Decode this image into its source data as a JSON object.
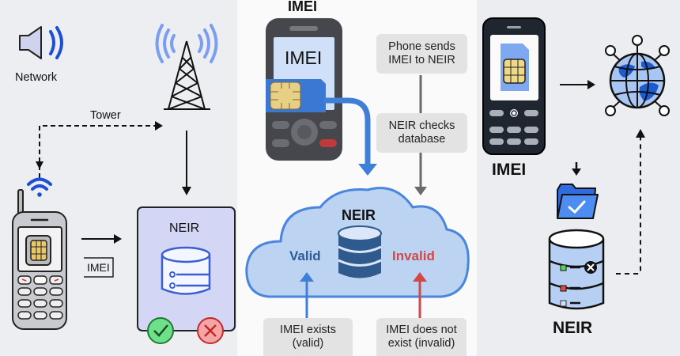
{
  "panel_left": {
    "speaker_label": "Network",
    "tower_label": "Tower",
    "imei_tag": "IMEI",
    "neir_box_title": "NEIR",
    "status_icons": [
      "check-valid",
      "cross-invalid"
    ]
  },
  "panel_middle": {
    "top_label": "IMEI",
    "phone_screen_text": "IMEI",
    "step1": "Phone sends IMEI to NEIR",
    "step2": "NEIR checks database",
    "cloud_title": "NEIR",
    "valid_label": "Valid",
    "invalid_label": "Invalid",
    "valid_note": "IMEI exists (valid)",
    "invalid_note": "IMEI does not exist (invalid)",
    "colors": {
      "valid": "#2e5a9a",
      "invalid": "#d04848",
      "arrow_blue": "#3f7fd8"
    }
  },
  "panel_right": {
    "phone_label": "IMEI",
    "db_label": "NEIR"
  }
}
